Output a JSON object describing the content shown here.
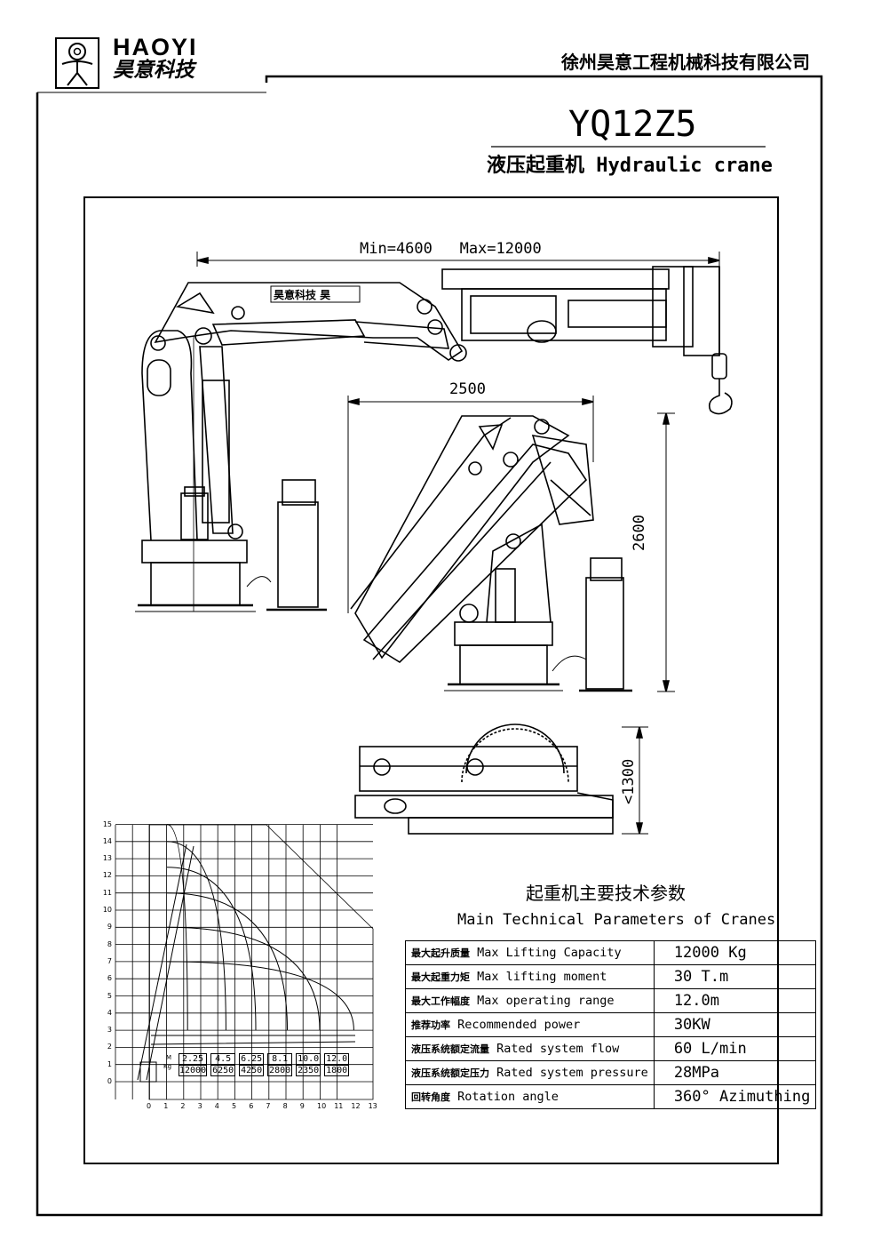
{
  "header": {
    "logo_en": "HAOYI",
    "logo_cn": "昊意科技",
    "company": "徐州昊意工程机械科技有限公司"
  },
  "title": {
    "model": "YQ12Z5",
    "subtitle": "液压起重机 Hydraulic crane"
  },
  "dimensions": {
    "reach": "Min=4600   Max=12000",
    "folded_width": "2500",
    "folded_height": "2600",
    "top_height": "<1300",
    "boom_label": "昊意科技 昊"
  },
  "load_chart": {
    "y_ticks": [
      "0",
      "1",
      "2",
      "3",
      "4",
      "5",
      "6",
      "7",
      "8",
      "9",
      "10",
      "11",
      "12",
      "13",
      "14",
      "15"
    ],
    "x_ticks": [
      "0",
      "1",
      "2",
      "3",
      "4",
      "5",
      "6",
      "7",
      "8",
      "9",
      "10",
      "11",
      "12",
      "13"
    ],
    "axis_label_m": "M",
    "axis_label_kg": "Kg",
    "radius_m": [
      "2.25",
      "4.5",
      "6.25",
      "8.1",
      "10.0",
      "12.0"
    ],
    "load_kg": [
      "12000",
      "6250",
      "4250",
      "2800",
      "2350",
      "1800"
    ]
  },
  "params": {
    "heading_cn": "起重机主要技术参数",
    "heading_en": "Main Technical Parameters of Cranes",
    "rows": [
      {
        "cn": "最大起升质量",
        "en": "Max Lifting Capacity",
        "value": "12000 Kg"
      },
      {
        "cn": "最大起重力矩",
        "en": "Max lifting moment",
        "value": "30 T.m"
      },
      {
        "cn": "最大工作幅度",
        "en": "Max operating range",
        "value": "12.0m"
      },
      {
        "cn": "推荐功率",
        "en": "Recommended power",
        "value": "30KW"
      },
      {
        "cn": "液压系统额定流量",
        "en": "Rated system flow",
        "value": "60 L/min"
      },
      {
        "cn": "液压系统额定压力",
        "en": "Rated system pressure",
        "value": "28MPa"
      },
      {
        "cn": "回转角度",
        "en": "Rotation angle",
        "value": "360° Azimuthing"
      }
    ]
  }
}
